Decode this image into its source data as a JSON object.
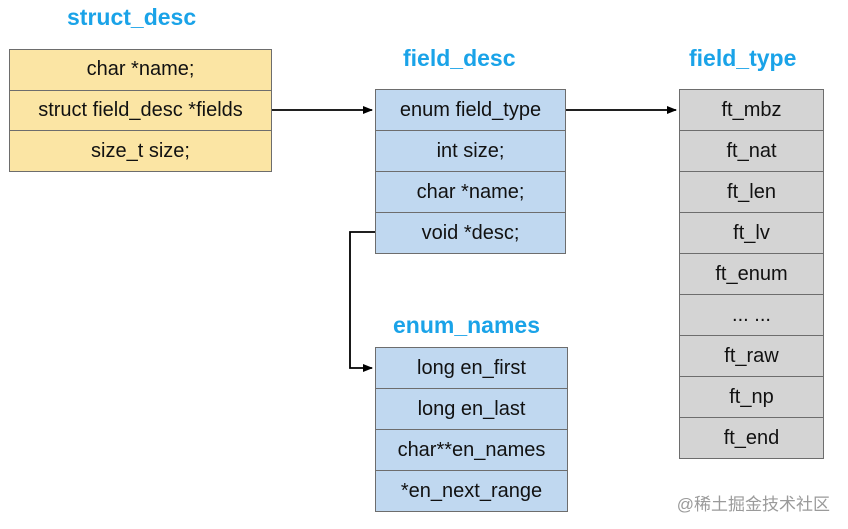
{
  "struct_desc": {
    "title": "struct_desc",
    "fields": [
      "char *name;",
      "struct field_desc  *fields",
      "size_t size;"
    ]
  },
  "field_desc": {
    "title": "field_desc",
    "fields": [
      "enum field_type",
      "int  size;",
      "char *name;",
      "void *desc;"
    ]
  },
  "field_type": {
    "title": "field_type",
    "fields": [
      "ft_mbz",
      "ft_nat",
      "ft_len",
      "ft_lv",
      "ft_enum",
      "... ...",
      "ft_raw",
      "ft_np",
      "ft_end"
    ]
  },
  "enum_names": {
    "title": "enum_names",
    "fields": [
      "long en_first",
      "long en_last",
      "char**en_names",
      "*en_next_range"
    ]
  },
  "watermark": "@稀土掘金技术社区",
  "colors": {
    "title": "#1aa3e8",
    "struct_fill": "#fbe5a4",
    "field_fill": "#c0d8f0",
    "type_fill": "#d4d4d4",
    "line": "#000000"
  }
}
